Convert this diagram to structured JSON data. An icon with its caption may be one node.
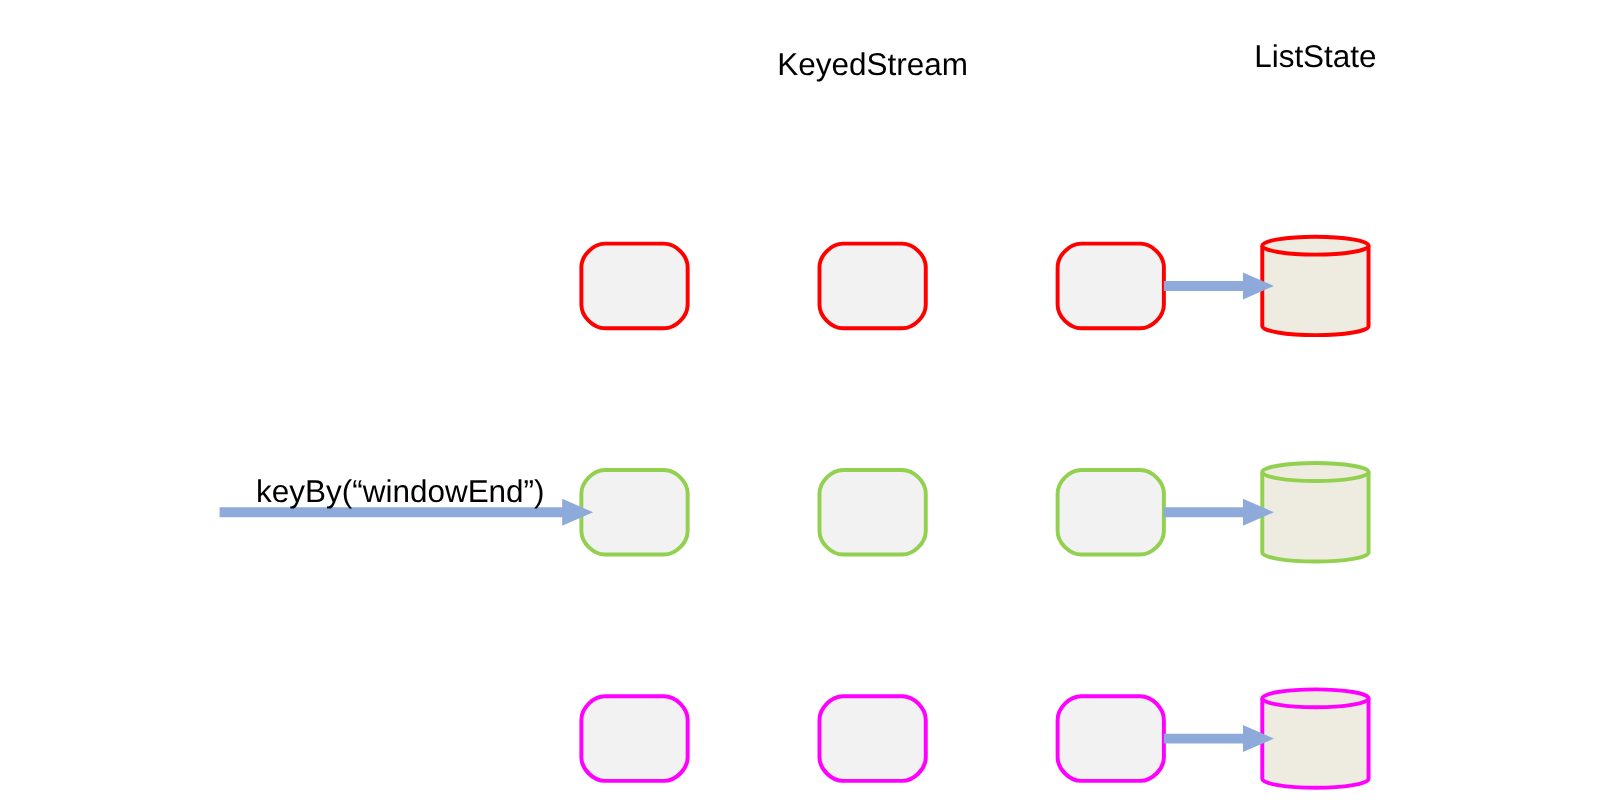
{
  "diagram": {
    "nodes": [
      {
        "text": [],
        "shape": "box"
      },
      {
        "text": [],
        "shape": "box"
      },
      {
        "text": [],
        "shape": "box"
      },
      {
        "text": [],
        "shape": "cylinder"
      },
      {
        "text": [],
        "shape": "box"
      },
      {
        "text": [],
        "shape": "box"
      },
      {
        "text": [],
        "shape": "box"
      },
      {
        "text": [],
        "shape": "cylinder"
      },
      {
        "text": [],
        "shape": "box"
      },
      {
        "text": [],
        "shape": "box"
      },
      {
        "text": [],
        "shape": "box"
      },
      {
        "text": [],
        "shape": "cylinder"
      }
    ],
    "edges": [
      {
        "from": 2,
        "to": 3,
        "arrow": "to"
      },
      {
        "from": null,
        "to": 4,
        "arrow": "to",
        "label": "keyBy(“windowEnd”)"
      },
      {
        "from": 6,
        "to": 7,
        "arrow": "to"
      },
      {
        "from": 10,
        "to": 11,
        "arrow": "to"
      }
    ],
    "labels": [
      "KeyedStream",
      "ListState"
    ]
  }
}
